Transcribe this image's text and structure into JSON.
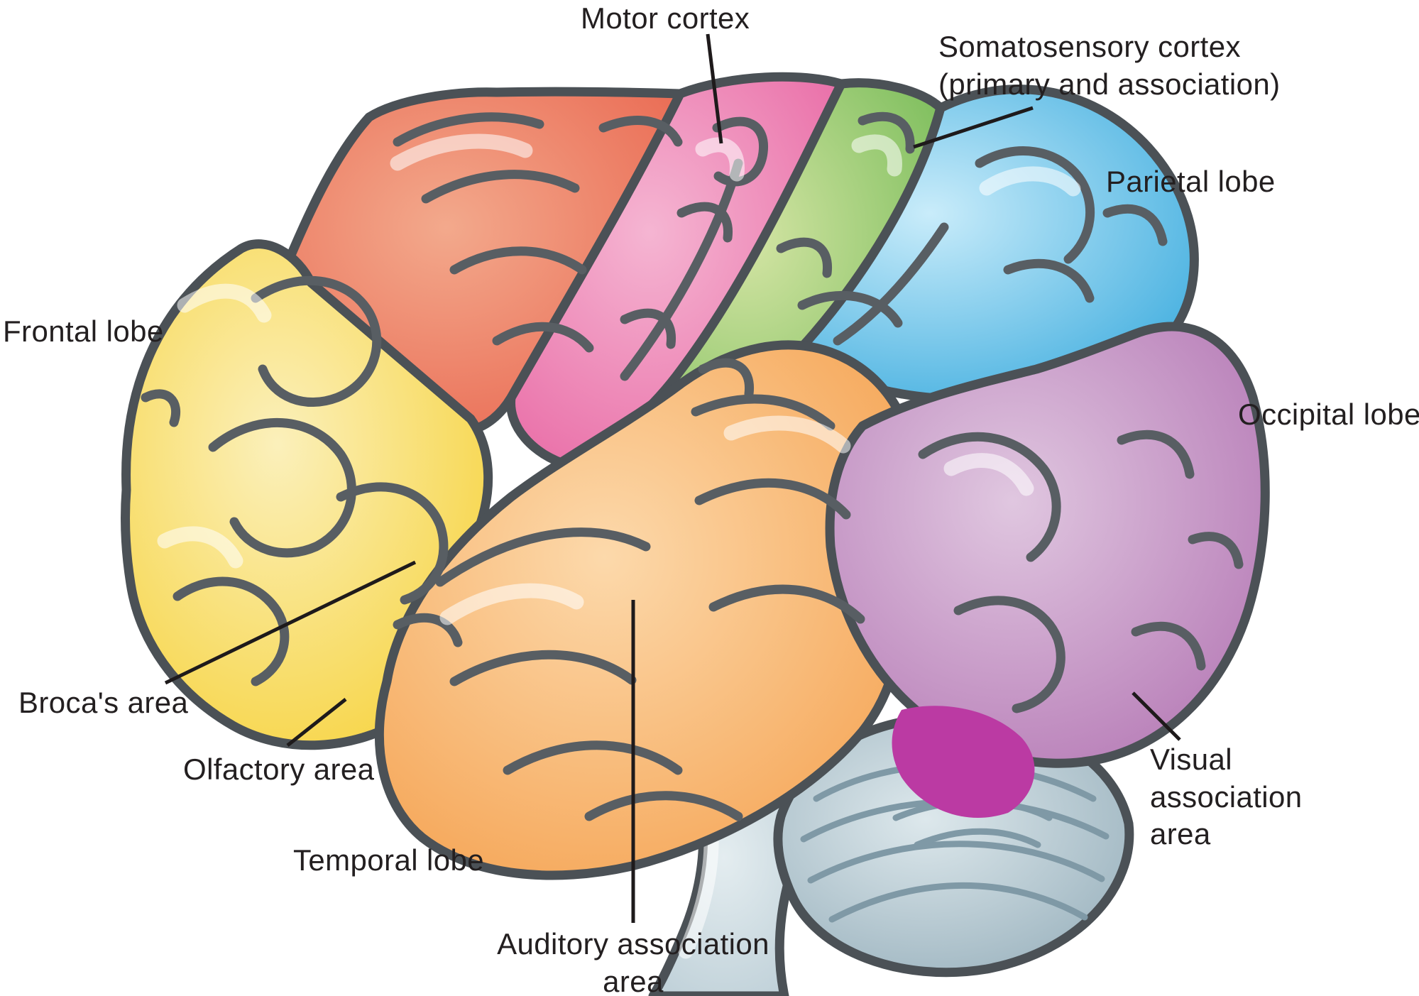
{
  "figure": {
    "subject": "Human brain lateral view with color-coded functional areas",
    "colors": {
      "background": "#ffffff",
      "outline": "#4b5156",
      "gyri": "#585e63",
      "leader": "#1e1a1b",
      "text": "#231f20",
      "cerebellum_stria": "#7f99a6",
      "shine": "rgba(255,255,255,0.55)"
    }
  },
  "regions": [
    {
      "id": "frontal-lobe",
      "color": "#f6ce29",
      "highlight": "#fbf0bb"
    },
    {
      "id": "superior-frontal-red-area",
      "color": "#e85f49",
      "highlight": "#f3a98c"
    },
    {
      "id": "motor-cortex",
      "color": "#e7609f",
      "highlight": "#f5b5d2"
    },
    {
      "id": "somatosensory-cortex",
      "color": "#69b54c",
      "highlight": "#d5e5a5"
    },
    {
      "id": "parietal-lobe",
      "color": "#27a2da",
      "highlight": "#c9ecfa"
    },
    {
      "id": "occipital-lobe",
      "color": "#ae6cae",
      "highlight": "#e0c7e0"
    },
    {
      "id": "temporal-lobe",
      "color": "#f49a44",
      "highlight": "#fcd9ab"
    },
    {
      "id": "occipital-temporal-blend",
      "color": "#bb3aa3"
    },
    {
      "id": "cerebellum",
      "color": "#8fa9b6",
      "highlight": "#dde8ec"
    },
    {
      "id": "brainstem",
      "color": "#b7cad3",
      "highlight": "#e4edf0"
    }
  ],
  "labels": {
    "frontal_lobe": {
      "lines": [
        "Frontal lobe"
      ]
    },
    "motor_cortex": {
      "lines": [
        "Motor cortex"
      ]
    },
    "somatosensory_cortex": {
      "lines": [
        "Somatosensory cortex",
        "(primary and association)"
      ]
    },
    "parietal_lobe": {
      "lines": [
        "Parietal lobe"
      ]
    },
    "occipital_lobe": {
      "lines": [
        "Occipital lobe"
      ]
    },
    "brocas_area": {
      "lines": [
        "Broca's area"
      ]
    },
    "olfactory_area": {
      "lines": [
        "Olfactory area"
      ]
    },
    "temporal_lobe": {
      "lines": [
        "Temporal lobe"
      ]
    },
    "auditory_association_area": {
      "lines": [
        "Auditory association",
        "area"
      ]
    },
    "visual_association_area": {
      "lines": [
        "Visual",
        "association",
        "area"
      ]
    }
  }
}
